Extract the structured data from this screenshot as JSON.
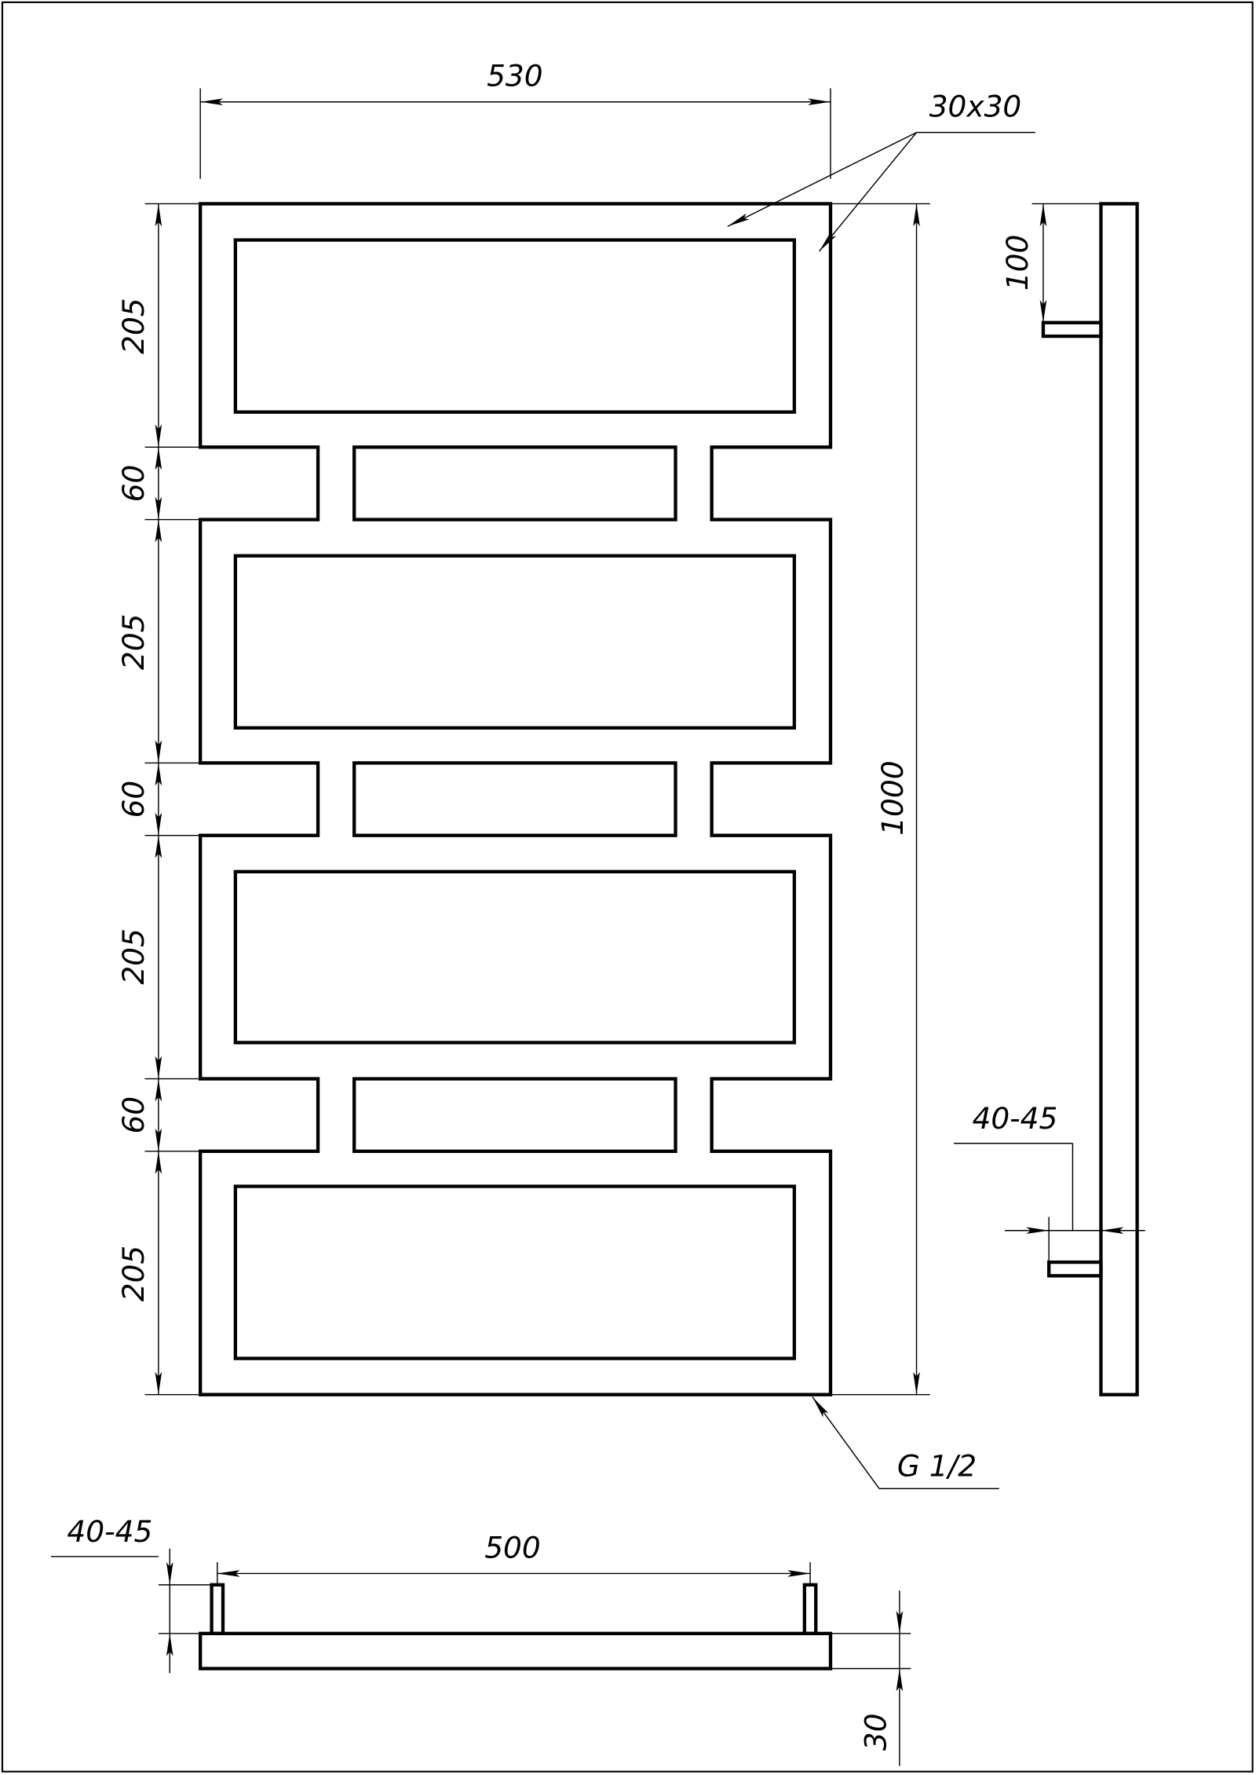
{
  "front_view": {
    "width_dim": "530",
    "tube_label": "30x30",
    "height_dim": "1000",
    "section_dims": [
      "205",
      "60",
      "205",
      "60",
      "205",
      "60",
      "205"
    ],
    "connection_label": "G 1/2"
  },
  "side_view": {
    "top_offset_dim": "100",
    "wall_distance_dim": "40-45"
  },
  "bottom_view": {
    "axis_distance_dim": "500",
    "wall_distance_dim": "40-45",
    "depth_dim": "30"
  }
}
